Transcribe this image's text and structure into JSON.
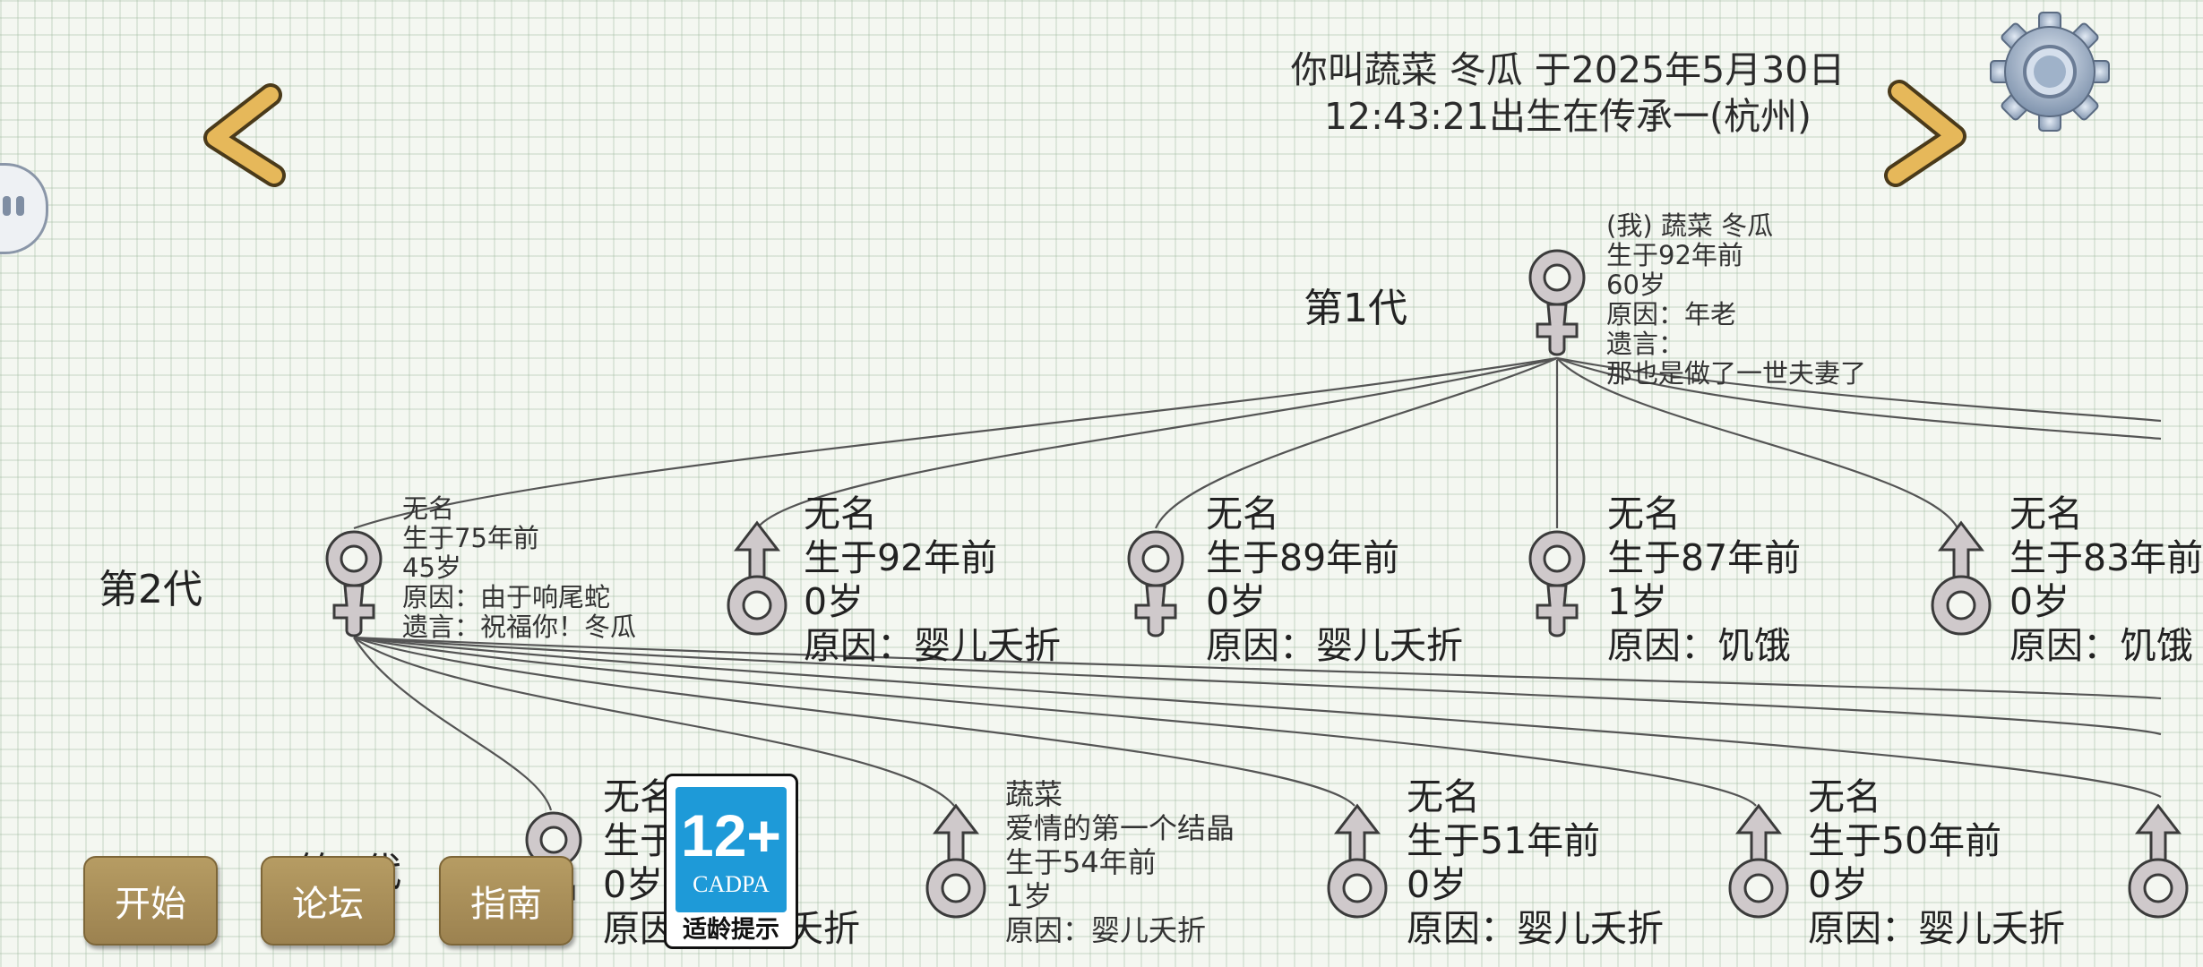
{
  "header": {
    "line1": "你叫蔬菜 冬瓜 于2025年5月30日",
    "line2": "12:43:21出生在传承一(杭州)"
  },
  "generations": {
    "gen1": "第1代",
    "gen2": "第2代",
    "gen3": "第3代"
  },
  "gen1_node": {
    "gender": "female",
    "lines": [
      "(我) 蔬菜 冬瓜",
      "生于92年前",
      "60岁",
      "原因：年老",
      "遗言：",
      "那也是做了一世夫妻了"
    ]
  },
  "gen2_nodes": [
    {
      "gender": "female",
      "lines": [
        "无名",
        "生于75年前",
        "45岁",
        "原因：由于响尾蛇",
        "遗言：祝福你！冬瓜"
      ]
    },
    {
      "gender": "male",
      "lines": [
        "无名",
        "生于92年前",
        "0岁",
        "原因：婴儿夭折"
      ]
    },
    {
      "gender": "female",
      "lines": [
        "无名",
        "生于89年前",
        "0岁",
        "原因：婴儿夭折"
      ]
    },
    {
      "gender": "female",
      "lines": [
        "无名",
        "生于87年前",
        "1岁",
        "原因：饥饿"
      ]
    },
    {
      "gender": "male",
      "lines": [
        "无名",
        "生于83年前",
        "0岁",
        "原因：饥饿"
      ]
    }
  ],
  "gen3_nodes": [
    {
      "gender": "female",
      "lines": [
        "无名",
        "生于55年前",
        "0岁",
        "原因：婴儿夭折"
      ]
    },
    {
      "gender": "male",
      "lines": [
        "蔬菜",
        "爱情的第一个结晶",
        "生于54年前",
        "1岁",
        "原因：婴儿夭折"
      ]
    },
    {
      "gender": "male",
      "lines": [
        "无名",
        "生于51年前",
        "0岁",
        "原因：婴儿夭折"
      ]
    },
    {
      "gender": "male",
      "lines": [
        "无名",
        "生于50年前",
        "0岁",
        "原因：婴儿夭折"
      ]
    }
  ],
  "buttons": {
    "start": "开始",
    "forum": "论坛",
    "guide": "指南"
  },
  "cadpa": {
    "age": "12+",
    "org": "CADPA",
    "tip": "适龄提示"
  },
  "colors": {
    "button": "#a88e58",
    "arrow": "#e6b85a",
    "cadpa_blue": "#1e9ad8"
  }
}
